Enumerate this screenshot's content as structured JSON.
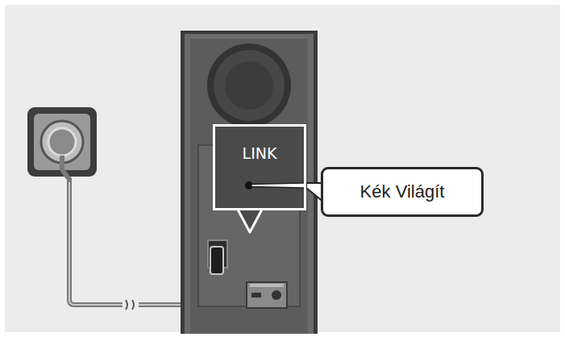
{
  "diagram": {
    "nodes": [
      {
        "text": [
          "LINK"
        ]
      },
      {
        "text": [
          "Kék Világít"
        ]
      }
    ],
    "edges": [
      {
        "from": 0,
        "to": 1,
        "arrow": "none"
      }
    ]
  }
}
